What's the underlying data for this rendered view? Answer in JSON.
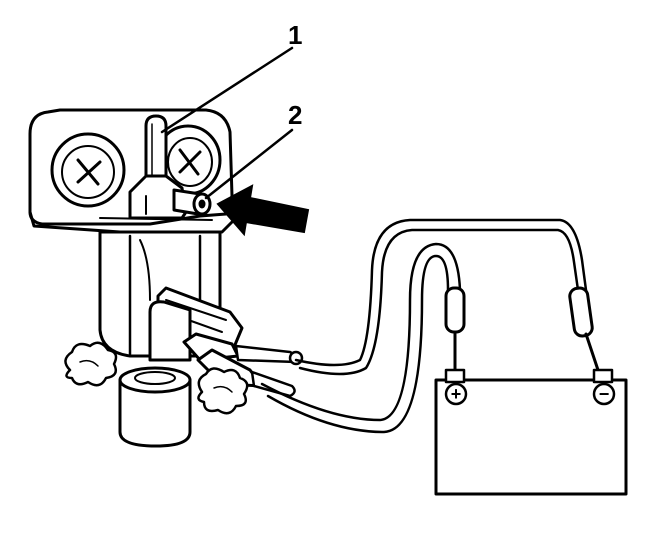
{
  "callouts": [
    {
      "id": "1",
      "label": "1"
    },
    {
      "id": "2",
      "label": "2"
    }
  ],
  "battery": {
    "positive_label": "+",
    "negative_label": "−"
  },
  "icons": {
    "arrow": "pointer-arrow-icon",
    "mounting_screw": "phillips-screw-icon",
    "vapor": "vapor-puff-icon"
  },
  "colors": {
    "ink": "#000000",
    "paper": "#ffffff"
  }
}
